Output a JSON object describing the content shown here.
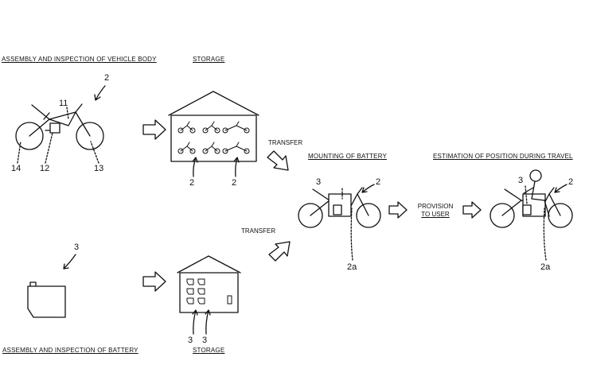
{
  "captions": {
    "vehicle_assembly": "ASSEMBLY AND INSPECTION OF VEHICLE BODY",
    "storage_top": "STORAGE",
    "mounting": "MOUNTING OF BATTERY",
    "estimation": "ESTIMATION OF POSITION DURING TRAVEL",
    "battery_assembly": "ASSEMBLY AND INSPECTION OF BATTERY",
    "storage_bottom": "STORAGE"
  },
  "transfer_top": "TRANSFER",
  "transfer_bottom": "TRANSFER",
  "provision": {
    "line1": "PROVISION",
    "line2": "TO USER"
  },
  "refs": {
    "vehicle": "2",
    "frame": "11",
    "rear_wheel": "14",
    "controller": "12",
    "front_wheel": "13",
    "storage_vehicle_a": "2",
    "storage_vehicle_b": "2",
    "mount_battery": "3",
    "mount_vehicle": "2",
    "mount_comm": "2a",
    "travel_battery": "3",
    "travel_vehicle": "2",
    "travel_comm": "2a",
    "battery": "3",
    "storage_battery_a": "3",
    "storage_battery_b": "3"
  }
}
